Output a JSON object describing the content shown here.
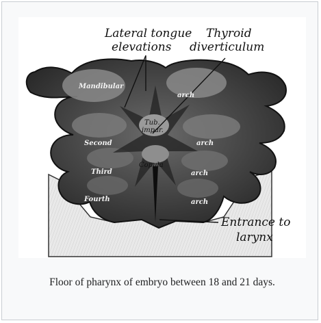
{
  "figure": {
    "labels": {
      "lateral_tongue_1": "Lateral tongue",
      "lateral_tongue_2": "elevations",
      "thyroid_1": "Thyroid",
      "thyroid_2": "diverticulum",
      "entrance_1": "Entrance to",
      "entrance_2": "larynx",
      "mandibular": "Mandibular",
      "arch_1": "arch",
      "tub_1": "Tub.",
      "tub_2": "impar.",
      "second": "Second",
      "arch_2": "arch",
      "copula": "Copula",
      "third": "Third",
      "arch_3": "arch",
      "fourth": "Fourth",
      "arch_4": "arch"
    }
  },
  "caption": "Floor of pharynx of embryo between 18 and 21 days."
}
